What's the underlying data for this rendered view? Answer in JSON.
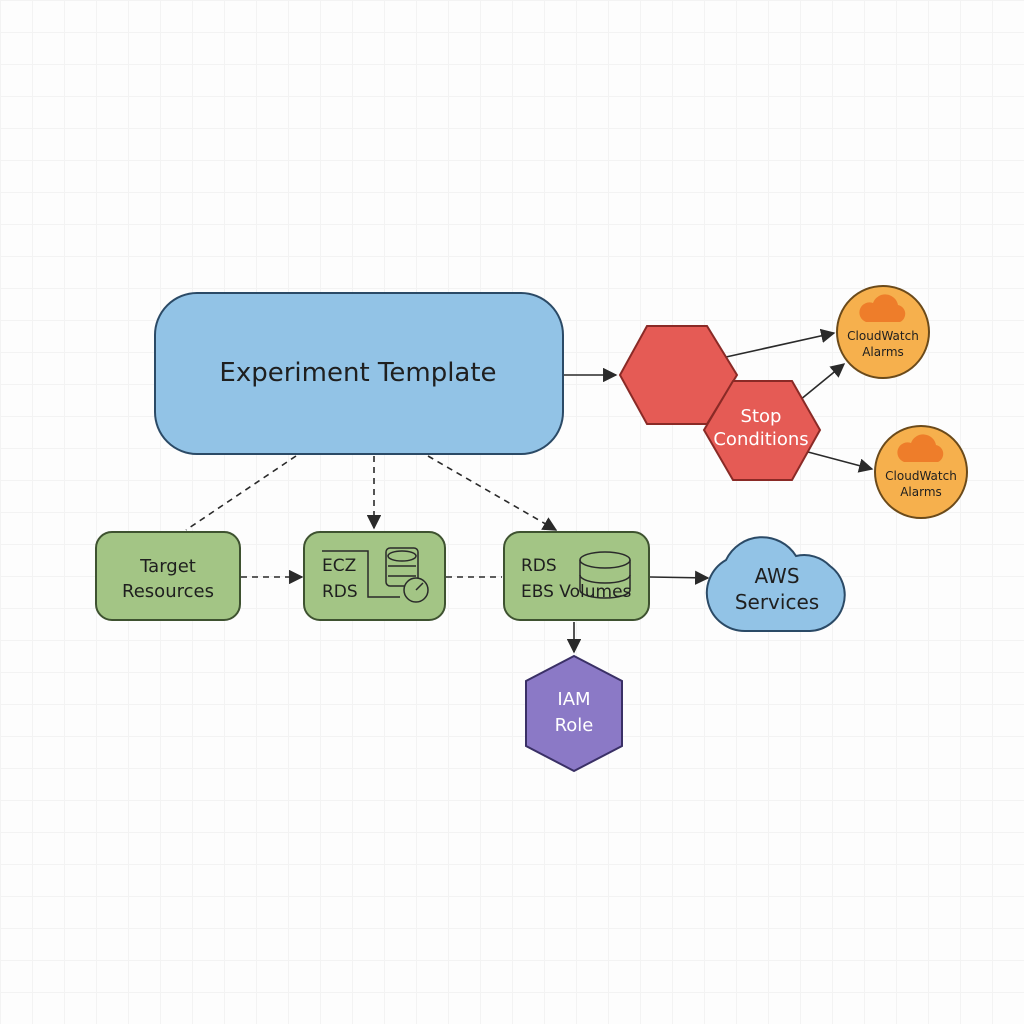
{
  "nodes": {
    "experiment_template": {
      "label": "Experiment Template"
    },
    "target_resources": {
      "line1": "Target",
      "line2": "Resources"
    },
    "ec2_rds": {
      "line1": "ECZ",
      "line2": "RDS"
    },
    "rds_ebs": {
      "line1": "RDS",
      "line2": "EBS Volumes"
    },
    "aws_services": {
      "line1": "AWS",
      "line2": "Services"
    },
    "iam_role": {
      "line1": "IAM",
      "line2": "Role"
    },
    "stop_conditions": {
      "line1": "Stop",
      "line2": "Conditions"
    },
    "cloudwatch_top": {
      "line1": "CloudWatch",
      "line2": "Alarms"
    },
    "cloudwatch_bottom": {
      "line1": "CloudWatch",
      "line2": "Alarms"
    }
  },
  "colors": {
    "template_fill": "#92c3e6",
    "template_stroke": "#2b4a66",
    "resource_fill": "#a3c585",
    "resource_stroke": "#3e5230",
    "stop_fill": "#e55b55",
    "stop_stroke": "#8a2a26",
    "alarm_fill": "#f6b04d",
    "alarm_stroke": "#6b4a1a",
    "alarm_cloud": "#ee7d2a",
    "cloud_fill": "#92c3e6",
    "cloud_stroke": "#2b4a66",
    "iam_fill": "#8b79c6",
    "iam_stroke": "#3a3066",
    "edge": "#2a2a2a"
  }
}
